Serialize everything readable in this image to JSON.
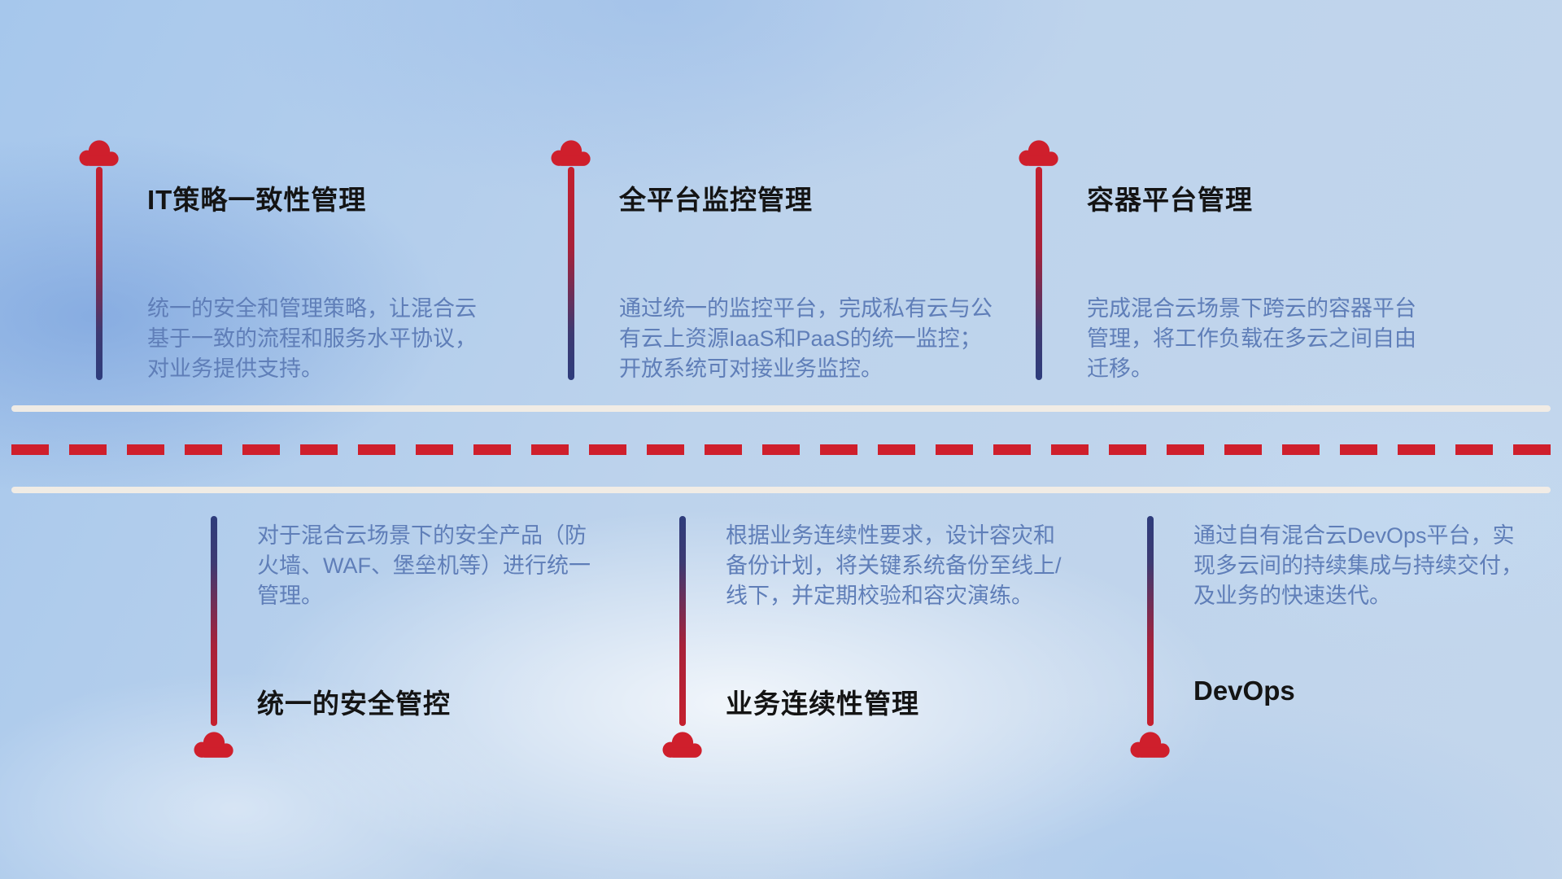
{
  "theme": {
    "accent_red": "#cf1f2c",
    "accent_navy": "#2e3c7c",
    "title_color": "#141414",
    "desc_color": "#5f7eb8",
    "road_color": "#f3ede5",
    "bg_base": "#b7cfea"
  },
  "icons": {
    "cloud_icon": "red cloud marker"
  },
  "top_items": [
    {
      "title": "IT策略一致性管理",
      "desc": "统一的安全和管理策略，让混合云基于一致的流程和服务水平协议，对业务提供支持。"
    },
    {
      "title": "全平台监控管理",
      "desc": "通过统一的监控平台，完成私有云与公有云上资源IaaS和PaaS的统一监控；开放系统可对接业务监控。"
    },
    {
      "title": "容器平台管理",
      "desc": "完成混合云场景下跨云的容器平台管理，将工作负载在多云之间自由迁移。"
    }
  ],
  "bottom_items": [
    {
      "title": "统一的安全管控",
      "desc": "对于混合云场景下的安全产品（防火墙、WAF、堡垒机等）进行统一管理。"
    },
    {
      "title": "业务连续性管理",
      "desc": "根据业务连续性要求，设计容灾和备份计划，将关键系统备份至线上/线下，并定期校验和容灾演练。"
    },
    {
      "title": "DevOps",
      "desc": "通过自有混合云DevOps平台，实现多云间的持续集成与持续交付，及业务的快速迭代。"
    }
  ]
}
